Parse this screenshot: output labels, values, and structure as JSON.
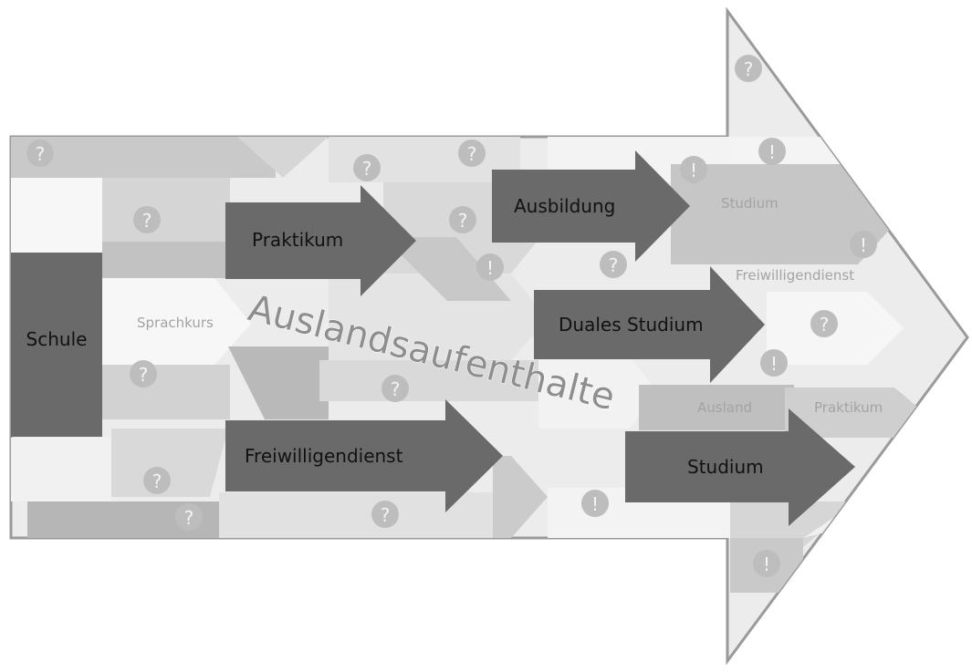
{
  "diagram": {
    "main_arrows": [
      {
        "label": "Schule"
      },
      {
        "label": "Praktikum"
      },
      {
        "label": "Ausbildung"
      },
      {
        "label": "Duales Studium"
      },
      {
        "label": "Freiwilligendienst"
      },
      {
        "label": "Studium"
      }
    ],
    "light_labels": [
      {
        "label": "Sprachkurs"
      },
      {
        "label": "Studium"
      },
      {
        "label": "Freiwilligendienst"
      },
      {
        "label": "Ausland"
      },
      {
        "label": "Praktikum"
      }
    ],
    "center_text": "Auslandsaufenthalte",
    "question_mark": "?",
    "exclamation_mark": "!"
  },
  "colors": {
    "dark_arrow": "#6a6a6a",
    "dark_text": "#111111",
    "light_text": "#a3a3a3",
    "big_arrow_fill": "#ececec",
    "big_arrow_stroke": "#9a9a9a",
    "badge_fill": "#bdbdbd",
    "badge_text": "#f4f4f4",
    "center_text": "#8e8e8e"
  }
}
